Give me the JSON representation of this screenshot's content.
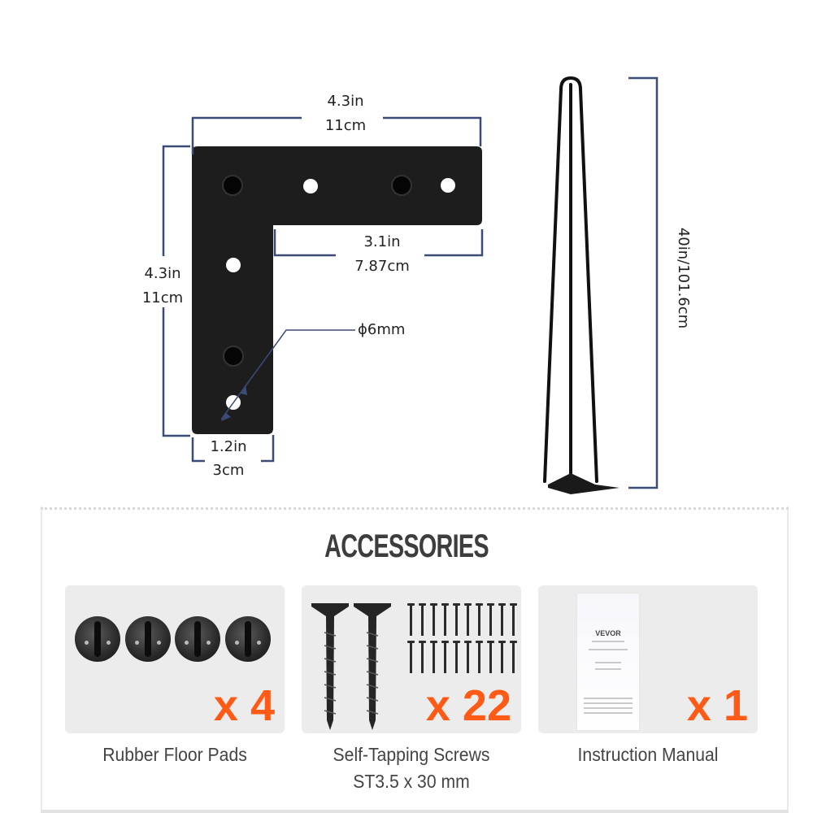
{
  "diagram": {
    "bracket": {
      "top_width": {
        "in": "4.3in",
        "cm": "11cm"
      },
      "side_height": {
        "in": "4.3in",
        "cm": "11cm"
      },
      "inner_length": {
        "in": "3.1in",
        "cm": "7.87cm"
      },
      "strip_width": {
        "in": "1.2in",
        "cm": "3cm"
      },
      "hole_diameter": "ϕ6mm"
    },
    "hairpin_leg": {
      "height": "40in/101.6cm"
    },
    "line_color": "#3c4a78"
  },
  "accessories": {
    "title": "ACCESSORIES",
    "accent_color": "#ff5a16",
    "items": [
      {
        "name": "Rubber Floor Pads",
        "sub": "",
        "qty": "x 4",
        "icon": "rubber-pad-icon"
      },
      {
        "name": "Self-Tapping Screws",
        "sub": "ST3.5 x 30 mm",
        "qty": "x 22",
        "icon": "screw-icon"
      },
      {
        "name": "Instruction Manual",
        "sub": "",
        "qty": "x 1",
        "icon": "manual-icon",
        "brand": "VEVOR"
      }
    ]
  }
}
